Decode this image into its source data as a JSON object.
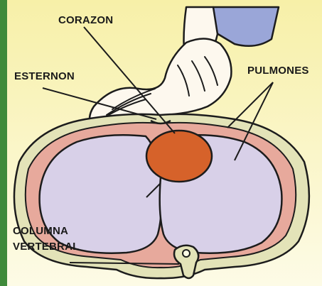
{
  "labels": {
    "heart": "CORAZON",
    "sternum": "ESTERNON",
    "lungs": "PULMONES",
    "spine_line1": "COLUMNA",
    "spine_line2": "VERTEBRAL"
  },
  "colors": {
    "background_top": "#f7f0a8",
    "background_bottom": "#fdfbe6",
    "frame_left": "#3f8a3a",
    "chest_wall": "#e3e3b8",
    "pleura": "#e7a99c",
    "lungs": "#d8d0e8",
    "heart": "#d6622a",
    "skin": "#fdf8ee",
    "sleeve": "#9aa6d8",
    "outline": "#1c1c1c"
  }
}
